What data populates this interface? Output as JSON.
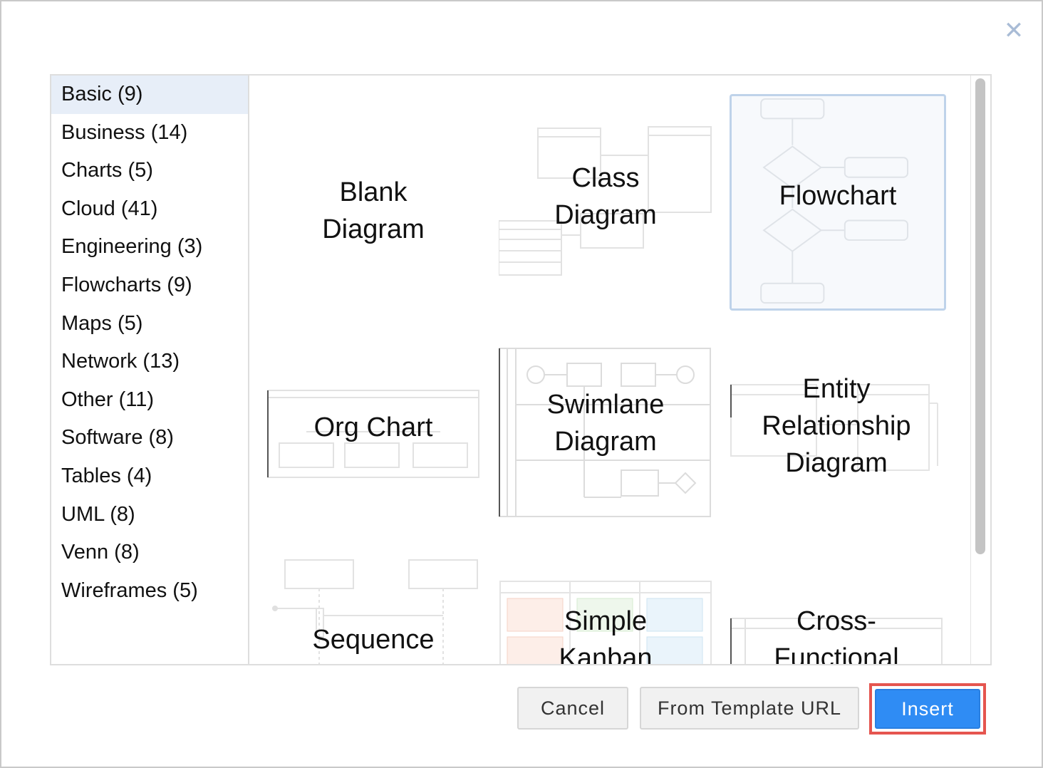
{
  "dialog": {
    "close_icon": "close-icon",
    "categories": [
      {
        "label": "Basic (9)",
        "selected": true
      },
      {
        "label": "Business (14)"
      },
      {
        "label": "Charts (5)"
      },
      {
        "label": "Cloud (41)"
      },
      {
        "label": "Engineering (3)"
      },
      {
        "label": "Flowcharts (9)"
      },
      {
        "label": "Maps (5)"
      },
      {
        "label": "Network (13)"
      },
      {
        "label": "Other (11)"
      },
      {
        "label": "Software (8)"
      },
      {
        "label": "Tables (4)"
      },
      {
        "label": "UML (8)"
      },
      {
        "label": "Venn (8)"
      },
      {
        "label": "Wireframes (5)"
      }
    ],
    "templates": {
      "blank": {
        "line1": "Blank",
        "line2": "Diagram"
      },
      "class": {
        "line1": "Class",
        "line2": "Diagram"
      },
      "flowchart": {
        "line1": "Flowchart",
        "selected": true
      },
      "org": {
        "line1": "Org Chart"
      },
      "swimlane": {
        "line1": "Swimlane",
        "line2": "Diagram"
      },
      "er": {
        "line1": "Entity",
        "line2": "Relationship",
        "line3": "Diagram"
      },
      "sequence": {
        "line1": "Sequence"
      },
      "kanban": {
        "line1": "Simple",
        "line2": "Kanban"
      },
      "crossfunc": {
        "line1": "Cross-",
        "line2": "Functional"
      }
    },
    "buttons": {
      "cancel": "Cancel",
      "from_url": "From Template URL",
      "insert": "Insert"
    },
    "colors": {
      "primary": "#2f8cf4",
      "selection": "#e7eef8",
      "focus": "#e5554f"
    }
  }
}
